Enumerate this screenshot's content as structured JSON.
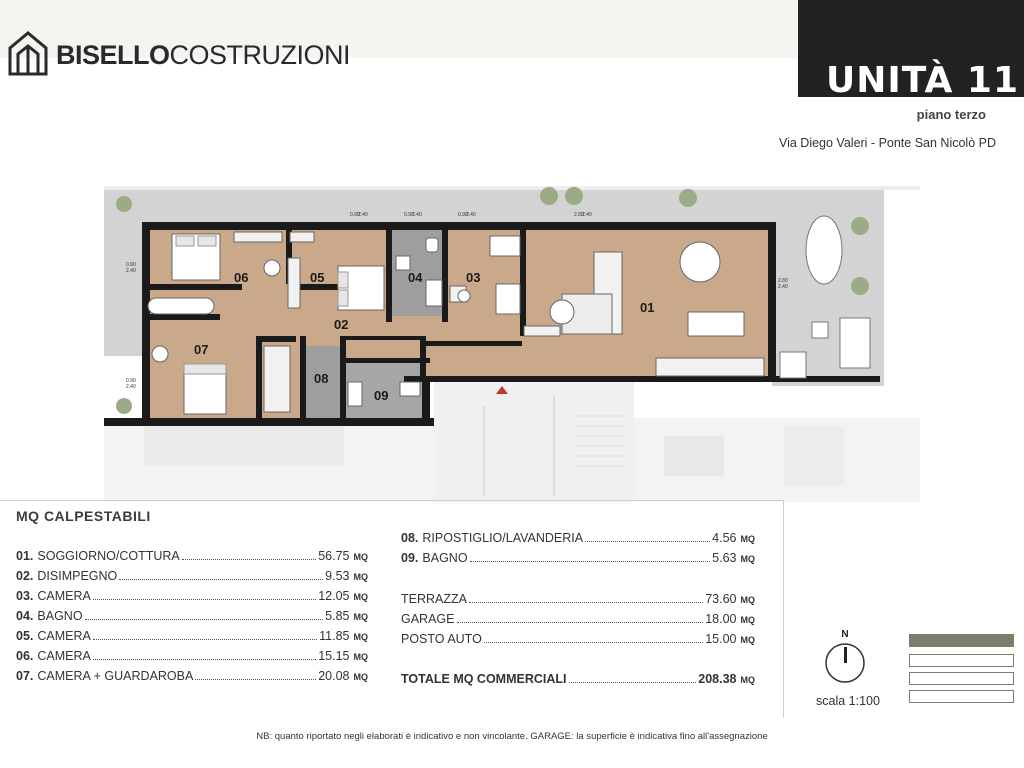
{
  "brand": {
    "bold": "BISELLO",
    "light": "COSTRUZIONI"
  },
  "unit": {
    "title": "UNITÀ 11",
    "floor": "piano terzo",
    "address": "Via Diego Valeri - Ponte San Nicolò PD"
  },
  "legend": {
    "title": "MQ CALPESTABILI",
    "rooms_left": [
      {
        "num": "01.",
        "name": "SOGGIORNO/COTTURA",
        "value": "56.75",
        "unit": "MQ"
      },
      {
        "num": "02.",
        "name": "DISIMPEGNO",
        "value": "9.53",
        "unit": "MQ"
      },
      {
        "num": "03.",
        "name": "CAMERA",
        "value": "12.05",
        "unit": "MQ"
      },
      {
        "num": "04.",
        "name": "BAGNO",
        "value": "5.85",
        "unit": "MQ"
      },
      {
        "num": "05.",
        "name": "CAMERA",
        "value": "11.85",
        "unit": "MQ"
      },
      {
        "num": "06.",
        "name": "CAMERA",
        "value": "15.15",
        "unit": "MQ"
      },
      {
        "num": "07.",
        "name": "CAMERA + GUARDAROBA",
        "value": "20.08",
        "unit": "MQ"
      }
    ],
    "rooms_right": [
      {
        "num": "08.",
        "name": "RIPOSTIGLIO/LAVANDERIA",
        "value": "4.56",
        "unit": "MQ"
      },
      {
        "num": "09.",
        "name": "BAGNO",
        "value": "5.63",
        "unit": "MQ"
      }
    ],
    "extras": [
      {
        "name": "TERRAZZA",
        "value": "73.60",
        "unit": "MQ"
      },
      {
        "name": "GARAGE",
        "value": "18.00",
        "unit": "MQ"
      },
      {
        "name": "POSTO AUTO",
        "value": "15.00",
        "unit": "MQ"
      }
    ],
    "total": {
      "name": "TOTALE MQ COMMERCIALI",
      "value": "208.38",
      "unit": "MQ"
    }
  },
  "compass_label": "N",
  "scale": "scala 1:100",
  "footnote": "NB: quanto riportato negli elaborati è indicativo e non vincolante. GARAGE: la superficie è indicativa fino all'assegnazione",
  "plan": {
    "labels": [
      "06",
      "05",
      "04",
      "03",
      "01",
      "02",
      "07",
      "08",
      "09"
    ],
    "dims": [
      "0.90",
      "2.40",
      "0.90",
      "2.40",
      "0.90",
      "2.40",
      "0.90",
      "2.40",
      "0.90",
      "2.40",
      "2.80",
      "2.40",
      "2.80",
      "2.40"
    ]
  },
  "colors": {
    "wood": "#c9a98a",
    "tile": "#9c9c9c",
    "terrace": "#cfd0cf",
    "wall": "#1a1a1a",
    "accent": "#7a7f6c",
    "dark": "#222222"
  }
}
